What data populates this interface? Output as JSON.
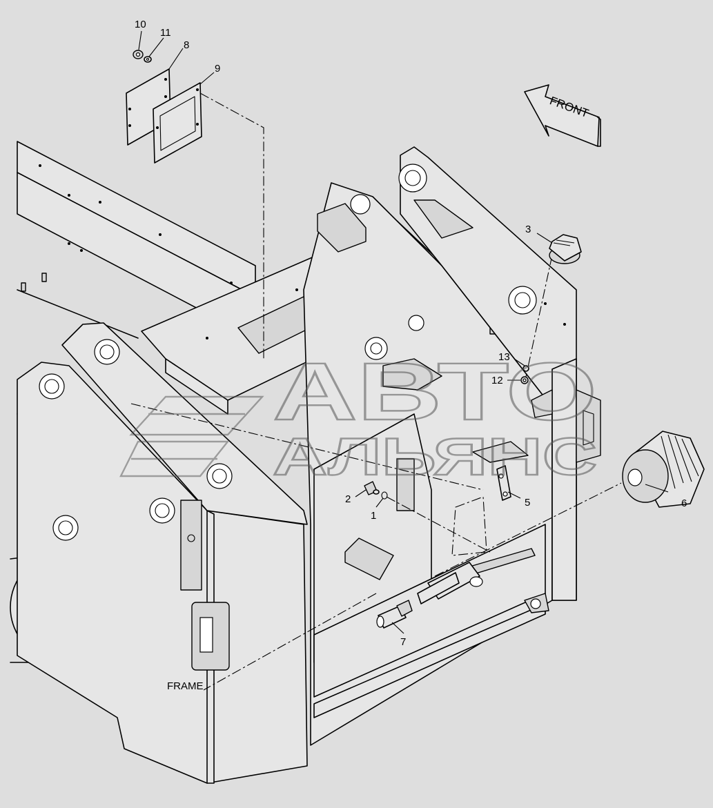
{
  "diagram": {
    "direction_label": "FRONT",
    "assembly_label": "FRAME",
    "callouts": [
      {
        "id": "c1",
        "label": "1"
      },
      {
        "id": "c2",
        "label": "2"
      },
      {
        "id": "c3",
        "label": "3"
      },
      {
        "id": "c5",
        "label": "5"
      },
      {
        "id": "c6",
        "label": "6"
      },
      {
        "id": "c7",
        "label": "7"
      },
      {
        "id": "c8",
        "label": "8"
      },
      {
        "id": "c9",
        "label": "9"
      },
      {
        "id": "c10",
        "label": "10"
      },
      {
        "id": "c11",
        "label": "11"
      },
      {
        "id": "c12",
        "label": "12"
      },
      {
        "id": "c13",
        "label": "13"
      }
    ]
  },
  "watermark": {
    "line1": "АВТО",
    "line2": "АЛЬЯНС"
  },
  "colors": {
    "background": "#dedede",
    "line": "#000000",
    "watermark": "#555555"
  }
}
